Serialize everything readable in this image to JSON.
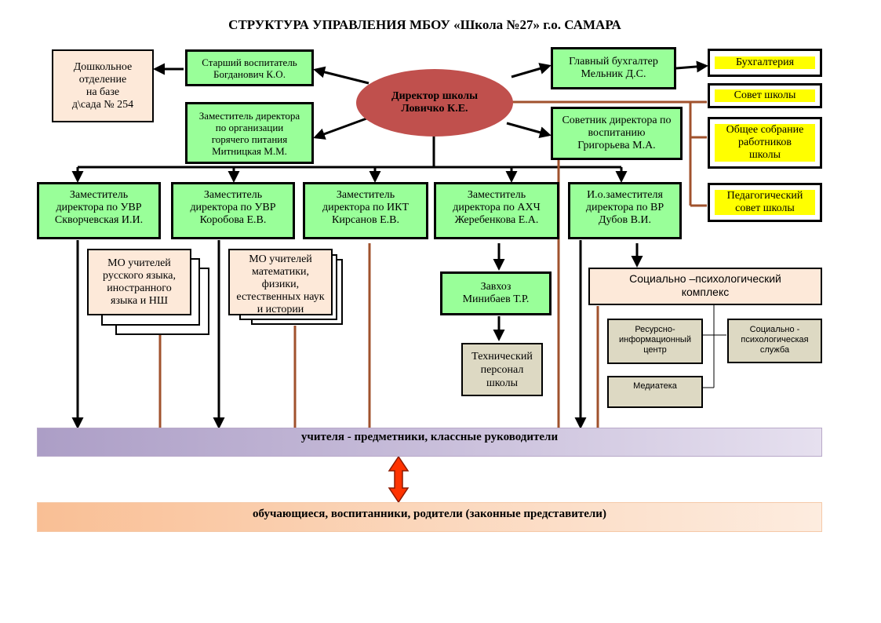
{
  "title": "СТРУКТУРА УПРАВЛЕНИЯ МБОУ «Школа №27» г.о. САМАРА",
  "director": [
    "Директор школы",
    "Ловичко К.Е."
  ],
  "preschool": [
    "Дошкольное",
    "отделение",
    "на базе",
    "д\\сада № 254"
  ],
  "senior_educator": [
    "Старший воспитатель",
    "Богданович К.О."
  ],
  "deputy_food": [
    "Заместитель директора",
    "по организации",
    "горячего питания",
    "Митницкая М.М."
  ],
  "chief_accountant": [
    "Главный бухгалтер",
    "Мельник Д.С."
  ],
  "advisor": [
    "Советник директора по",
    "воспитанию",
    "Григорьева М.А."
  ],
  "accounting": "Бухгалтерия",
  "school_council": "Совет школы",
  "general_meeting": [
    "Общее собрание",
    "работников",
    "школы"
  ],
  "pedagogical_council": [
    "Педагогический",
    "совет школы"
  ],
  "deputies": [
    [
      "Заместитель",
      "директора по УВР",
      "Скворчевская И.И."
    ],
    [
      "Заместитель",
      "директора по УВР",
      "Коробова Е.В."
    ],
    [
      "Заместитель",
      "директора по ИКТ",
      "Кирсанов Е.В."
    ],
    [
      "Заместитель",
      "директора по АХЧ",
      "Жеребенкова Е.А."
    ],
    [
      "И.о.заместителя",
      "директора по ВР",
      "Дубов В.И."
    ]
  ],
  "mo_languages": [
    "МО учителей",
    "русского языка,",
    "иностранного",
    "языка и НШ"
  ],
  "mo_math": [
    "МО учителей",
    "математики,",
    "физики,",
    "естественных наук",
    "и истории"
  ],
  "supply_manager": [
    "Завхоз",
    "Минибаев Т.Р."
  ],
  "tech_staff": [
    "Технический",
    "персонал",
    "школы"
  ],
  "social_complex": [
    "Социально –психологический",
    "комплекс"
  ],
  "resource_center": [
    "Ресурсно-",
    "информационный",
    "центр"
  ],
  "social_service": [
    "Социально -",
    "психологическая",
    "служба"
  ],
  "media_library": "Медиатека",
  "teachers_band": "учителя - предметники, классные руководители",
  "students_band": "обучающиеся,  воспитанники,  родители (законные представители)",
  "colors": {
    "green": "#99ff99",
    "director": "#c0504d",
    "peach": "#fde9d9",
    "beige": "#ddd9c3",
    "yellow": "#ffff00",
    "brown_line": "#a0522d",
    "arrow_red": "#ff3300"
  }
}
